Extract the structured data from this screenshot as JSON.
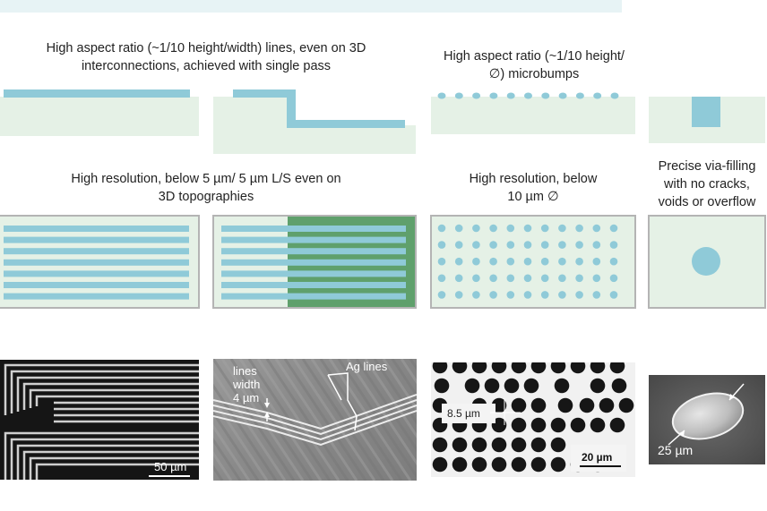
{
  "captions": {
    "lines_aspect": "High aspect ratio (~1/10 height/width) lines, even on 3D interconnections, achieved with single pass",
    "microbumps": "High aspect ratio (~1/10 height/∅) microbumps",
    "lines_resolution": "High resolution, below 5 µm/ 5 µm L/S even on 3D topographies",
    "dots_resolution": "High resolution, below 10 µm ∅",
    "via_filling": "Precise via-filling with no cracks, voids or overflow"
  },
  "photos": {
    "serpentine_scale": "50 µm",
    "ag_lines_label": "Ag lines",
    "lines_width_label": "lines width 4 µm",
    "dot_diameter_label": "8.5 µm",
    "dots_scale": "20 µm",
    "via_scale": "25 µm"
  },
  "colors": {
    "substrate": "#e5f1e6",
    "ink": "#8fcad8",
    "topography": "#5fa06c",
    "frame": "#b4b4b4"
  }
}
